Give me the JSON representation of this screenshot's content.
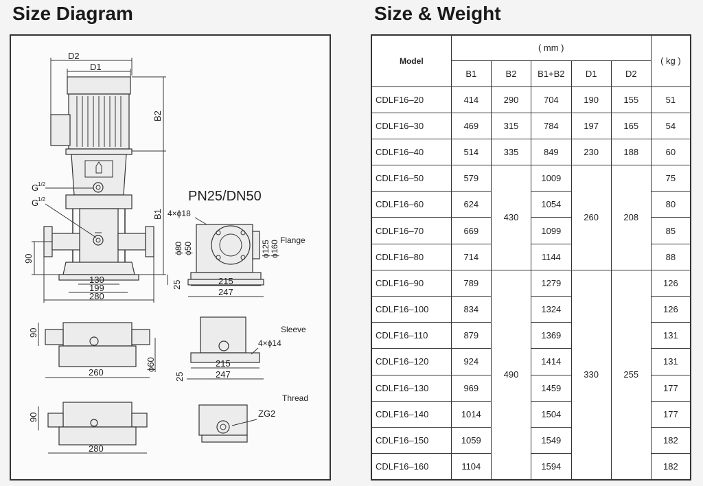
{
  "titles": {
    "diagram": "Size Diagram",
    "table": "Size & Weight"
  },
  "diagram": {
    "front": {
      "d2": "D2",
      "d1": "D1",
      "b2": "B2",
      "b1": "B1",
      "g_top": "G",
      "g_bot": "G",
      "frac": "1/2",
      "h90": "90",
      "w130": "130",
      "w199": "199",
      "w280": "280"
    },
    "flange": {
      "title": "PN25/DN50",
      "holes": "4×ϕ18",
      "phi80": "ϕ80",
      "phi50": "ϕ50",
      "phi125": "ϕ125",
      "phi160": "ϕ160",
      "label": "Flange",
      "h25": "25",
      "w215": "215",
      "w247": "247"
    },
    "sleeve": {
      "h90": "90",
      "phi60": "ϕ60",
      "w260": "260",
      "label": "Sleeve",
      "holes": "4×ϕ14",
      "h25": "25",
      "w215": "215",
      "w247": "247"
    },
    "thread": {
      "h90": "90",
      "w280": "280",
      "label": "Thread",
      "zg": "ZG2"
    }
  },
  "table": {
    "header": {
      "model": "Model",
      "mm": "( mm )",
      "kg": "( kg )",
      "b1": "B1",
      "b2": "B2",
      "b1b2": "B1+B2",
      "d1": "D1",
      "d2": "D2"
    },
    "rows": [
      {
        "model": "CDLF16–20",
        "b1": "414",
        "b1b2": "704",
        "kg": "51"
      },
      {
        "model": "CDLF16–30",
        "b1": "469",
        "b1b2": "784",
        "kg": "54"
      },
      {
        "model": "CDLF16–40",
        "b1": "514",
        "b1b2": "849",
        "kg": "60"
      },
      {
        "model": "CDLF16–50",
        "b1": "579",
        "b1b2": "1009",
        "kg": "75"
      },
      {
        "model": "CDLF16–60",
        "b1": "624",
        "b1b2": "1054",
        "kg": "80"
      },
      {
        "model": "CDLF16–70",
        "b1": "669",
        "b1b2": "1099",
        "kg": "85"
      },
      {
        "model": "CDLF16–80",
        "b1": "714",
        "b1b2": "1144",
        "kg": "88"
      },
      {
        "model": "CDLF16–90",
        "b1": "789",
        "b1b2": "1279",
        "kg": "126"
      },
      {
        "model": "CDLF16–100",
        "b1": "834",
        "b1b2": "1324",
        "kg": "126"
      },
      {
        "model": "CDLF16–110",
        "b1": "879",
        "b1b2": "1369",
        "kg": "131"
      },
      {
        "model": "CDLF16–120",
        "b1": "924",
        "b1b2": "1414",
        "kg": "131"
      },
      {
        "model": "CDLF16–130",
        "b1": "969",
        "b1b2": "1459",
        "kg": "177"
      },
      {
        "model": "CDLF16–140",
        "b1": "1014",
        "b1b2": "1504",
        "kg": "177"
      },
      {
        "model": "CDLF16–150",
        "b1": "1059",
        "b1b2": "1549",
        "kg": "182"
      },
      {
        "model": "CDLF16–160",
        "b1": "1104",
        "b1b2": "1594",
        "kg": "182"
      }
    ],
    "groups": [
      {
        "b2": "290",
        "d1": "190",
        "d2": "155"
      },
      {
        "b2": "315",
        "d1": "197",
        "d2": "165"
      },
      {
        "b2": "335",
        "d1": "230",
        "d2": "188"
      },
      {
        "b2": "430",
        "d1": "260",
        "d2": "208"
      },
      {
        "b2": "490",
        "d1": "330",
        "d2": "255"
      }
    ]
  }
}
